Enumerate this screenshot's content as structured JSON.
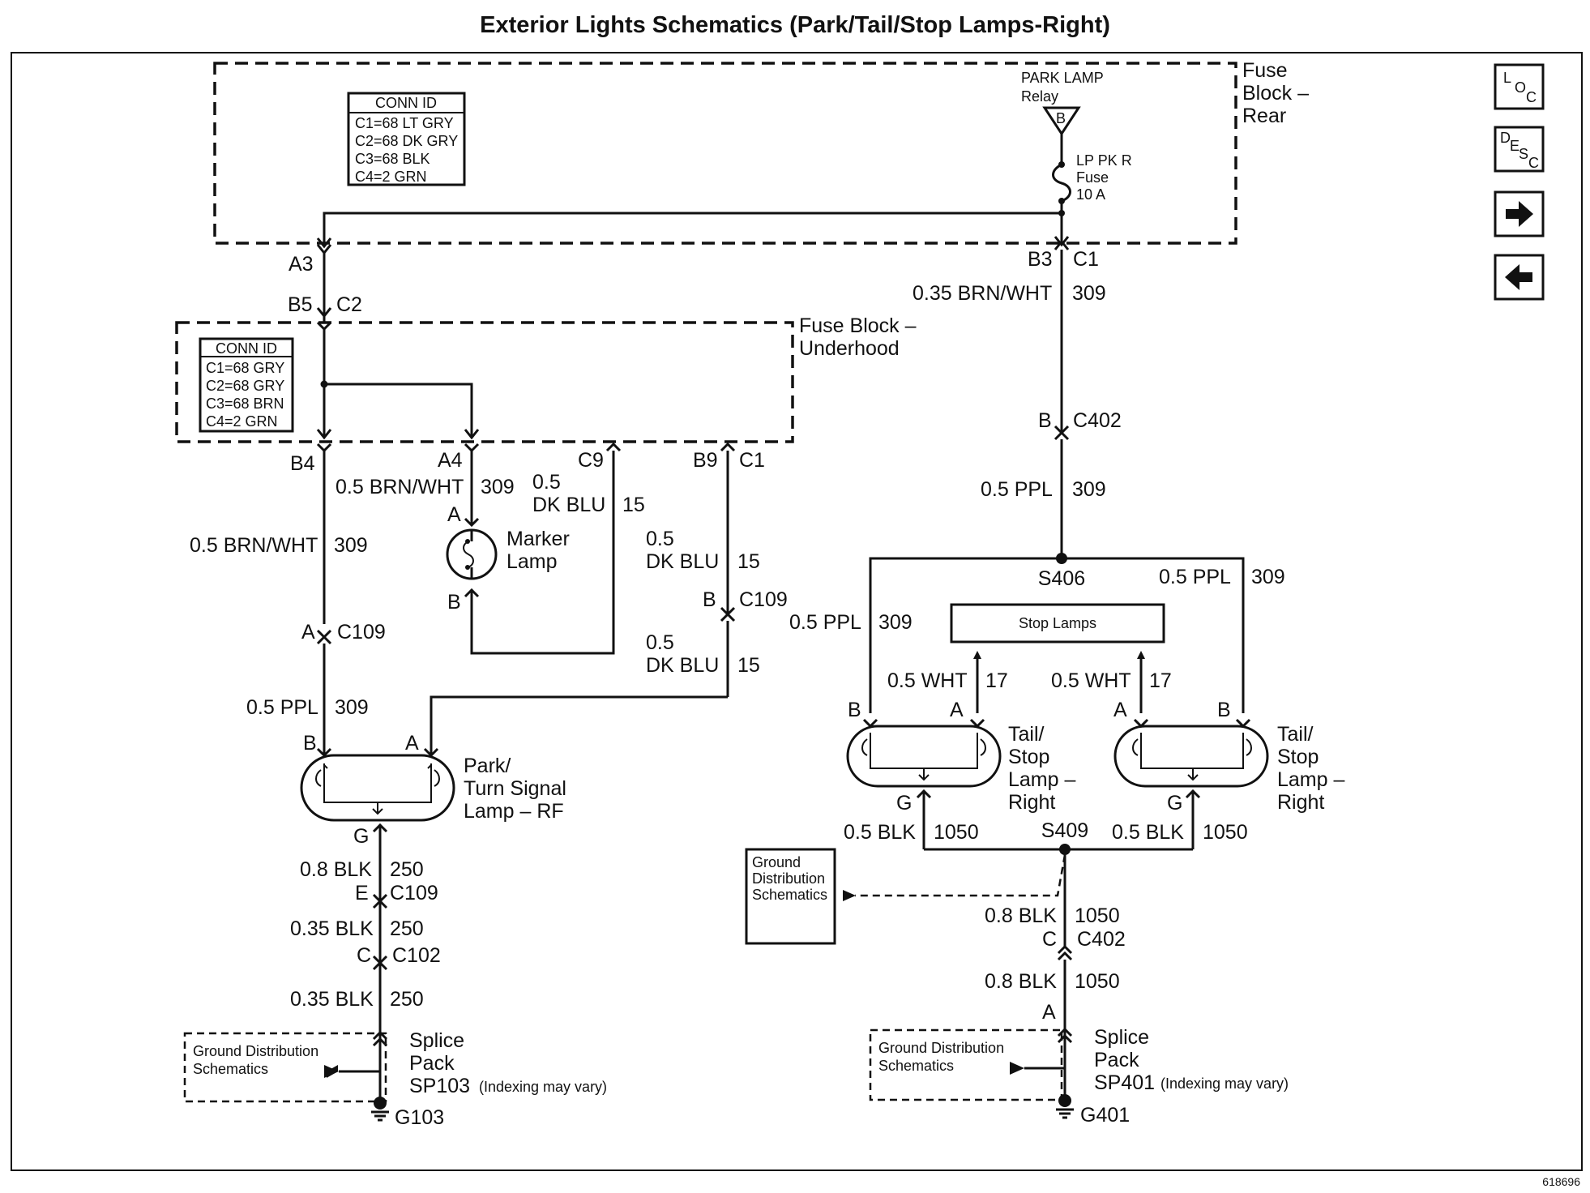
{
  "title": "Exterior Lights Schematics (Park/Tail/Stop Lamps-Right)",
  "figure_id": "618696",
  "nav": {
    "loc_l": "L",
    "loc_o": "O",
    "loc_c": "C",
    "desc_d": "D",
    "desc_e": "E",
    "desc_s": "S",
    "desc_c": "C",
    "next_icon": "right-arrow-icon",
    "back_icon": "left-arrow-icon"
  },
  "fuse_block_rear": {
    "label_line1": "Fuse",
    "label_line2": "Block –",
    "label_line3": "Rear",
    "conn_title": "CONN ID",
    "conn_rows": [
      "C1=68 LT GRY",
      "C2=68 DK GRY",
      "C3=68 BLK",
      "C4=2 GRN"
    ],
    "relay_line1": "PARK LAMP",
    "relay_line2": "Relay",
    "relay_pin": "B",
    "fuse_line1": "LP PK R",
    "fuse_line2": "Fuse",
    "fuse_line3": "10 A"
  },
  "fuse_block_underhood": {
    "label_line1": "Fuse Block –",
    "label_line2": "Underhood",
    "conn_title": "CONN ID",
    "conn_rows": [
      "C1=68 GRY",
      "C2=68 GRY",
      "C3=68 BRN",
      "C4=2 GRN"
    ]
  },
  "left": {
    "pin_a3": "A3",
    "pin_b5": "B5",
    "conn_c2": "C2",
    "pin_b4": "B4",
    "pin_a4": "A4",
    "conn_c9": "C9",
    "pin_b9": "B9",
    "conn_c1": "C1",
    "w_brnwht_top": "0.5 BRN/WHT",
    "c_309_top": "309",
    "w_05_top": "0.5",
    "w_dkblu_top": "DK BLU",
    "c_15_top": "15",
    "w_brnwht_left": "0.5 BRN/WHT",
    "c_309_left": "309",
    "w_05_mid": "0.5",
    "w_dkblu_mid": "DK BLU",
    "c_15_mid": "15",
    "pin_b_c109": "B",
    "conn_c109_r": "C109",
    "w_05_low": "0.5",
    "w_dkblu_low": "DK BLU",
    "c_15_low": "15",
    "pin_a_c109": "A",
    "conn_c109_l": "C109",
    "w_ppl": "0.5 PPL",
    "c_309_ppl": "309",
    "marker_pin_a": "A",
    "marker_pin_b": "B",
    "marker_line1": "Marker",
    "marker_line2": "Lamp",
    "park_pin_b": "B",
    "park_pin_a": "A",
    "park_pin_g": "G",
    "park_line1": "Park/",
    "park_line2": "Turn Signal",
    "park_line3": "Lamp – RF",
    "w_08blk": "0.8 BLK",
    "c_250_a": "250",
    "pin_e": "E",
    "conn_c109_b": "C109",
    "w_035blk_a": "0.35 BLK",
    "c_250_b": "250",
    "pin_c": "C",
    "conn_c102": "C102",
    "w_035blk_b": "0.35 BLK",
    "c_250_c": "250",
    "gd_line1": "Ground Distribution",
    "gd_line2": "Schematics",
    "sp_line1": "Splice",
    "sp_line2": "Pack",
    "sp_line3": "SP103",
    "sp_note": "(Indexing may vary)",
    "ground": "G103"
  },
  "right": {
    "pin_b3": "B3",
    "conn_c1": "C1",
    "w_brnwht": "0.35 BRN/WHT",
    "c_309_a": "309",
    "pin_b_c402": "B",
    "conn_c402": "C402",
    "w_ppl": "0.5 PPL",
    "c_309_b": "309",
    "splice_s406": "S406",
    "w_ppl_r": "0.5 PPL",
    "c_309_r": "309",
    "w_ppl_l": "0.5 PPL",
    "c_309_l": "309",
    "stop_lamps": "Stop Lamps",
    "w_wht_l": "0.5 WHT",
    "c_17_l": "17",
    "w_wht_r": "0.5 WHT",
    "c_17_r": "17",
    "lamp1_pin_b": "B",
    "lamp1_pin_a": "A",
    "lamp1_pin_g": "G",
    "lamp2_pin_a": "A",
    "lamp2_pin_b": "B",
    "lamp2_pin_g": "G",
    "lamp1_line1": "Tail/",
    "lamp1_line2": "Stop",
    "lamp1_line3": "Lamp –",
    "lamp1_line4": "Right",
    "lamp2_line1": "Tail/",
    "lamp2_line2": "Stop",
    "lamp2_line3": "Lamp –",
    "lamp2_line4": "Right",
    "w_blk_l": "0.5 BLK",
    "c_1050_l": "1050",
    "splice_s409": "S409",
    "w_blk_r": "0.5 BLK",
    "c_1050_r": "1050",
    "gd_box_line1": "Ground",
    "gd_box_line2": "Distribution",
    "gd_box_line3": "Schematics",
    "w_08blk_a": "0.8 BLK",
    "c_1050_a": "1050",
    "pin_c": "C",
    "conn_c402_b": "C402",
    "w_08blk_b": "0.8 BLK",
    "c_1050_b": "1050",
    "pin_a": "A",
    "gd_line1": "Ground Distribution",
    "gd_line2": "Schematics",
    "sp_line1": "Splice",
    "sp_line2": "Pack",
    "sp_line3": "SP401",
    "sp_note": "(Indexing may vary)",
    "ground": "G401"
  }
}
